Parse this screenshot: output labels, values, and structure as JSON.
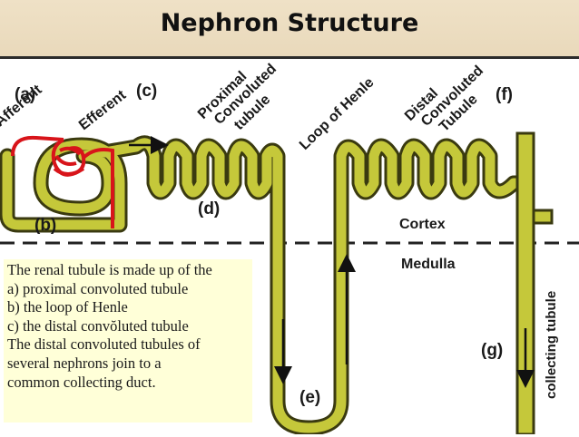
{
  "title": "Nephron Structure",
  "labels": {
    "a": "(a)",
    "afferent": "Afferent",
    "efferent": "Efferent",
    "c": "(c)",
    "proximal": [
      "Proximal",
      "Convoluted",
      "tubule"
    ],
    "loop": "Loop of Henle",
    "distal": [
      "Distal",
      "Convoluted",
      "Tubule"
    ],
    "f": "(f)",
    "b": "(b)",
    "d": "(d)",
    "cortex": "Cortex",
    "medulla": "Medulla",
    "e": "(e)",
    "g": "(g)",
    "collecting": "collecting tubule"
  },
  "note": {
    "lines": [
      "The renal tubule is made up of the",
      "a)  proximal convoluted tubule",
      "b) the loop of Henle",
      "c) the distal convŏluted tubule",
      "The distal convoluted tubules of",
      "several nephrons join to  a",
      "common collecting duct."
    ]
  },
  "colors": {
    "tubule": "#c5c83a",
    "tubule_outline": "#3a3a10",
    "glomerulus": "#d8141a",
    "note_bg": "#ffffd8"
  }
}
